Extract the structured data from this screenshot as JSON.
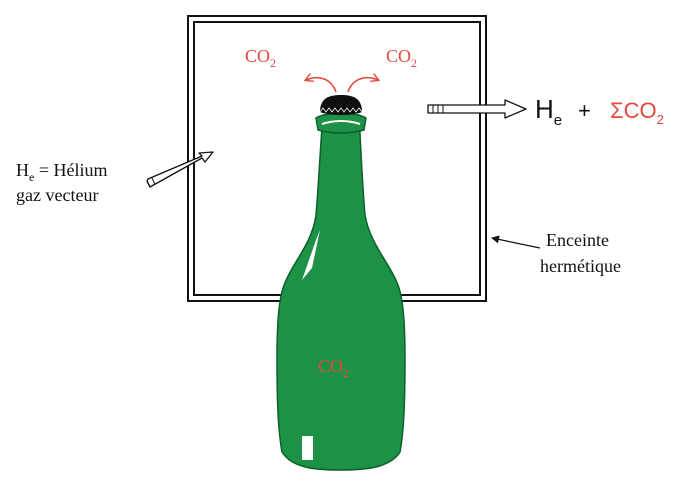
{
  "colors": {
    "co2_text": "#e2493a",
    "bottle_fill": "#1d9145",
    "bottle_outline": "#0d5f2c",
    "frame": "#111111",
    "text": "#111111"
  },
  "enclosure": {
    "label_line1": "Enceinte",
    "label_line2": "hermétique"
  },
  "co2_left": {
    "base": "CO",
    "sub": "2"
  },
  "co2_right": {
    "base": "CO",
    "sub": "2"
  },
  "co2_bottle": {
    "base": "CO",
    "sub": "2"
  },
  "inlet": {
    "h": "H",
    "h_sub": "e",
    "rest": " = Hélium",
    "line2": "gaz vecteur"
  },
  "outlet": {
    "h": "H",
    "h_sub": "e",
    "plus": "+",
    "sum": "ΣCO",
    "sum_sub": "2"
  },
  "icons": {
    "inlet_arrow": "pencil-arrow-icon",
    "outlet_arrow": "pencil-arrow-icon",
    "emission_arrows": "curved-arrow-icon",
    "pointer_arrow": "arrow-icon"
  }
}
